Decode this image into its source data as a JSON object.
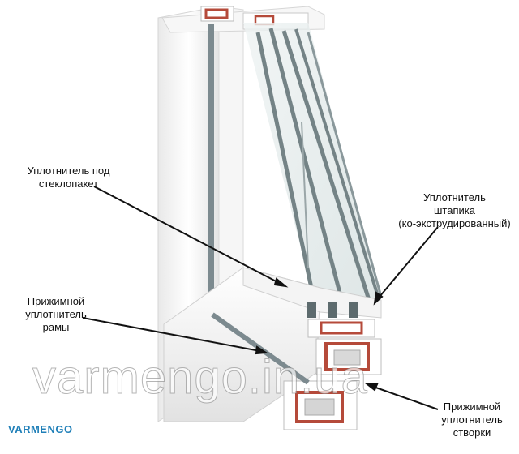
{
  "labels": {
    "glass_seal": "Уплотнитель под\nстеклопакет",
    "bead_seal": "Уплотнитель\nштапика\n(ко-экструдированный)",
    "frame_seal": "Прижимной\nуплотнитель\nрамы",
    "sash_seal": "Прижимной\nуплотнитель\nстворки"
  },
  "watermark": "varmengo.in.ua",
  "logo": "VARMENGO",
  "colors": {
    "profile_white": "#f3f3f3",
    "seal_grey": "#7c8a8f",
    "glass_tint": "#cfd9d9",
    "reinforcement_red": "#b54a3a",
    "logo_blue": "#1f7fb8"
  }
}
